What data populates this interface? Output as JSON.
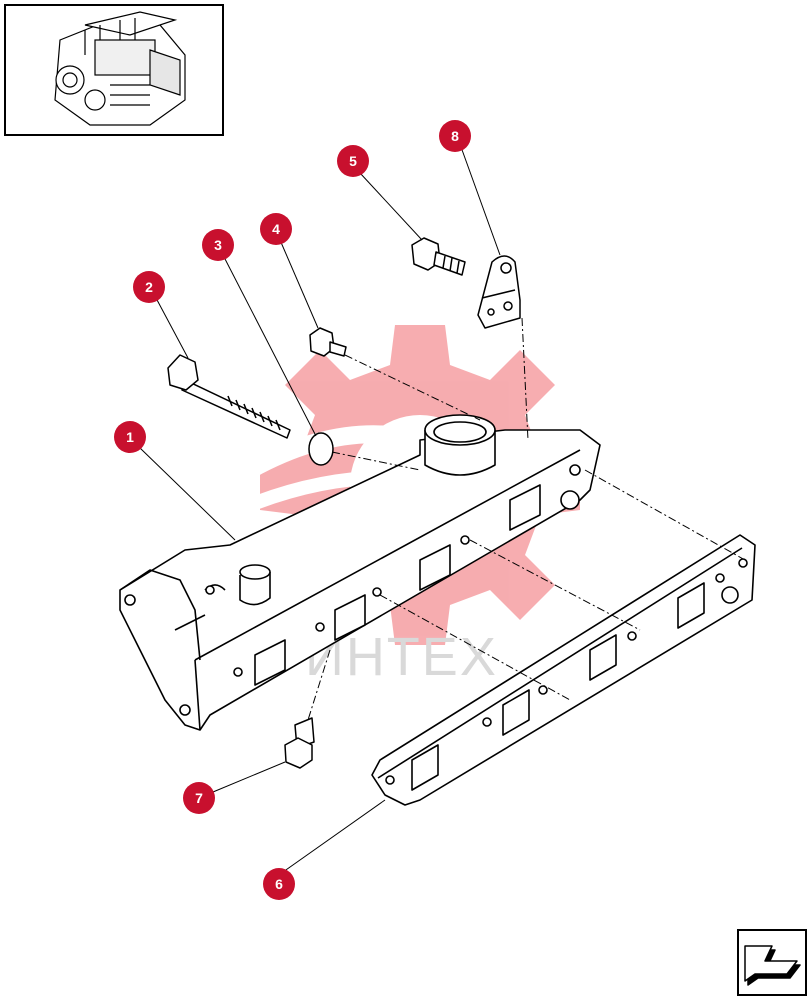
{
  "watermark": {
    "text": "ИНТЕХ",
    "color": "#f3c4c4"
  },
  "callout_color": "#c8102e",
  "callouts": [
    {
      "number": "1"
    },
    {
      "number": "2"
    },
    {
      "number": "3"
    },
    {
      "number": "4"
    },
    {
      "number": "5"
    },
    {
      "number": "6"
    },
    {
      "number": "7"
    },
    {
      "number": "8"
    }
  ],
  "icons": {
    "thumbnail": "engine-thumbnail-icon",
    "navigation": "back-arrow-icon"
  }
}
